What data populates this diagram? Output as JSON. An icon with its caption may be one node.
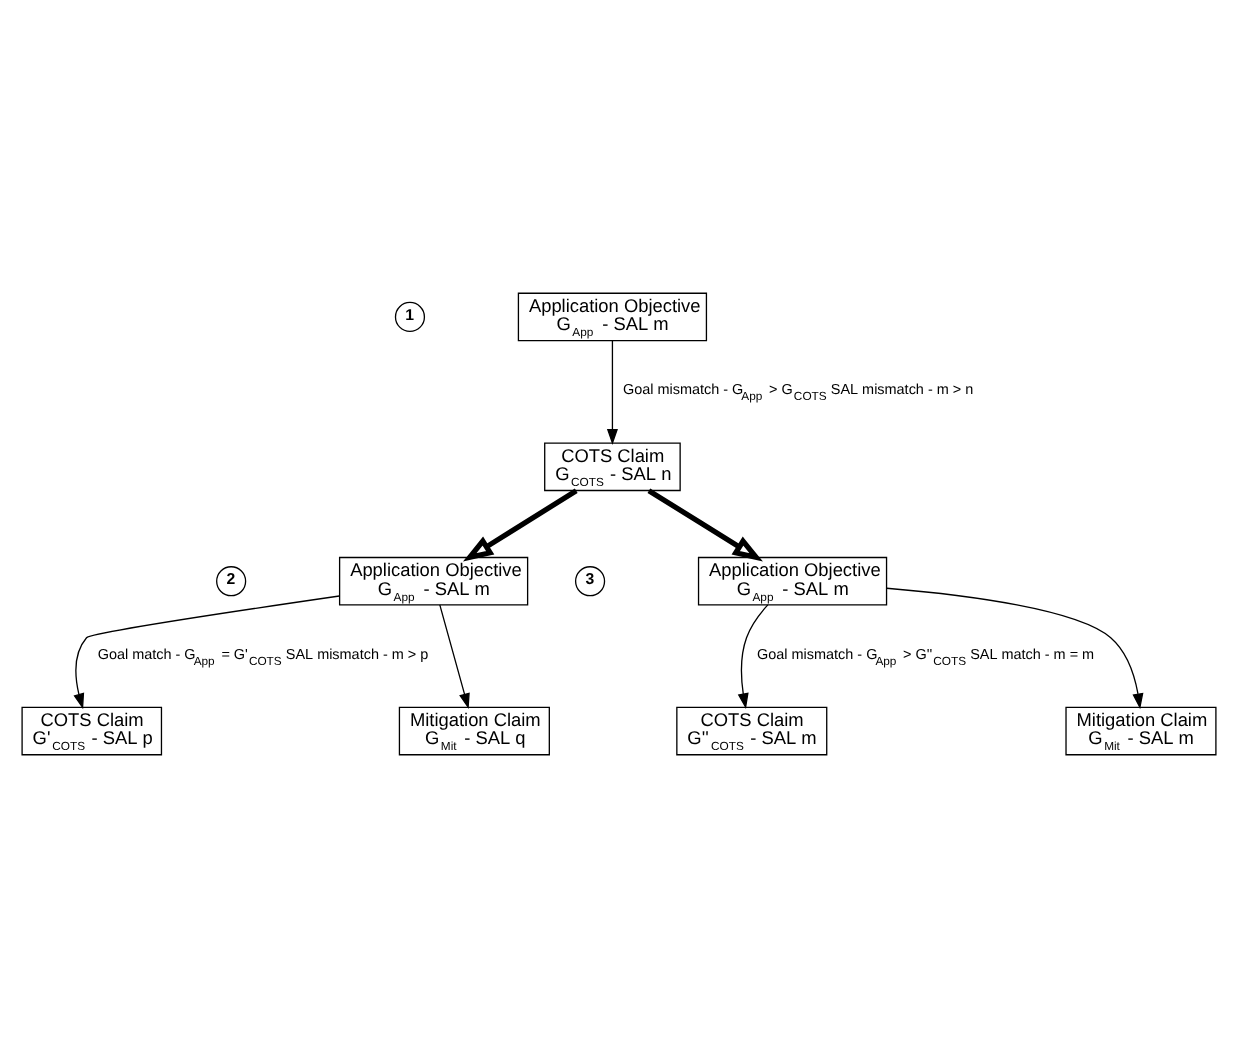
{
  "diagram": {
    "nodes": [
      {
        "text": [
          "Application Objective",
          "G$_{App}$ - SAL m"
        ]
      },
      {
        "text": [
          "COTS Claim",
          "G$_{COTS}$ - SAL n"
        ]
      },
      {
        "text": [
          "Application Objective",
          "G$_{App}$ - SAL m"
        ]
      },
      {
        "text": [
          "COTS Claim",
          "G'$_{COTS}$ - SAL p"
        ]
      },
      {
        "text": [
          "Mitigation Claim",
          "G$_{Mit}$ - SAL q"
        ]
      },
      {
        "text": [
          "Application Objective",
          "G$_{App}$ - SAL m"
        ]
      },
      {
        "text": [
          "COTS Claim",
          "G''$_{COTS}$ - SAL m"
        ]
      },
      {
        "text": [
          "Mitigation Claim",
          "G$_{Mit}$ - SAL m"
        ]
      }
    ],
    "edges": [
      {
        "from": 0,
        "to": 1,
        "arrow": "to",
        "label": "Goal mismatch - G$_{App}$ > G$_{COTS}$ SAL mismatch - m > n"
      },
      {
        "from": 1,
        "to": 2,
        "arrow": "to",
        "style": "thick"
      },
      {
        "from": 1,
        "to": 5,
        "arrow": "to",
        "style": "thick"
      },
      {
        "from": 2,
        "to": 3,
        "arrow": "to",
        "label": "Goal match - G$_{App}$ = G'$_{COTS}$ SAL mismatch - m > p"
      },
      {
        "from": 2,
        "to": 4,
        "arrow": "to"
      },
      {
        "from": 5,
        "to": 6,
        "arrow": "to",
        "label": "Goal mismatch - G$_{App}$ > G''$_{COTS}$ SAL match - m = m"
      },
      {
        "from": 5,
        "to": 7,
        "arrow": "to"
      }
    ],
    "labels": [
      "1",
      "2",
      "3"
    ]
  }
}
